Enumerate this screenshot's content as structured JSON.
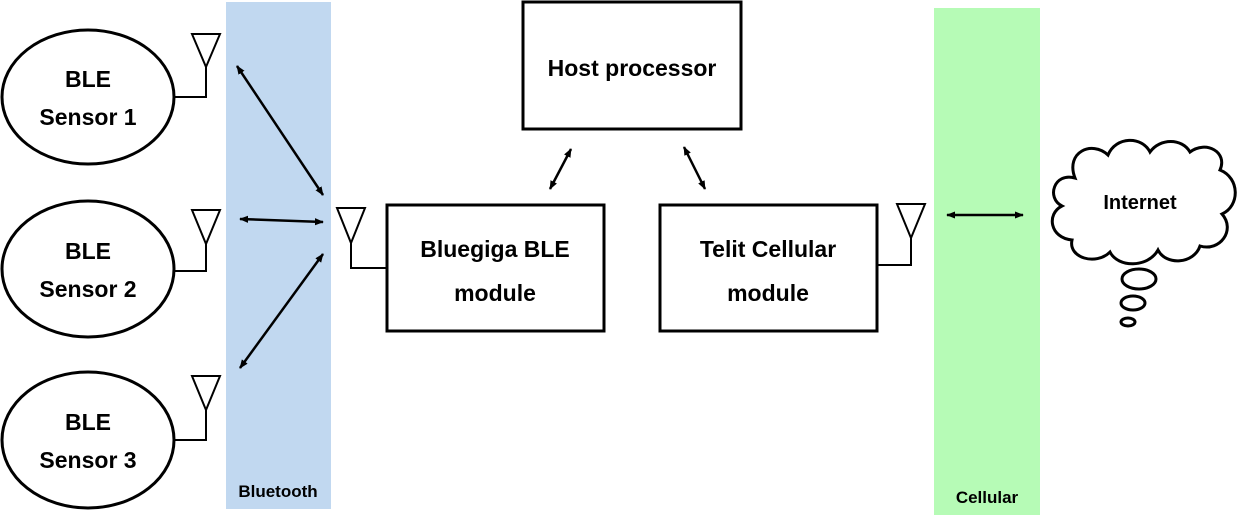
{
  "bands": {
    "bluetooth_label": "Bluetooth",
    "cellular_label": "Cellular",
    "bluetooth_color": "#c1d8f0",
    "cellular_color": "#b6fbb6"
  },
  "sensors": [
    {
      "line1": "BLE",
      "line2": "Sensor 1"
    },
    {
      "line1": "BLE",
      "line2": "Sensor 2"
    },
    {
      "line1": "BLE",
      "line2": "Sensor 3"
    }
  ],
  "host": {
    "label": "Host processor"
  },
  "ble_module": {
    "line1": "Bluegiga BLE",
    "line2": "module"
  },
  "cell_module": {
    "line1": "Telit Cellular",
    "line2": "module"
  },
  "internet": {
    "label": "Internet"
  }
}
